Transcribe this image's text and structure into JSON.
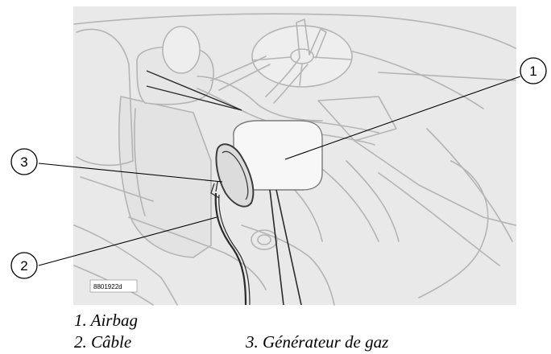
{
  "figure_code": "8801922d",
  "callouts": [
    "1",
    "2",
    "3"
  ],
  "captions": [
    "1. Airbag",
    "2. Câble",
    "3. Générateur de gaz"
  ],
  "colors": {
    "background_panel": "#e9e9e9",
    "line_art": "#b4b4b4",
    "airbag": "#f7f7f7",
    "leader_lines": "#000000"
  }
}
